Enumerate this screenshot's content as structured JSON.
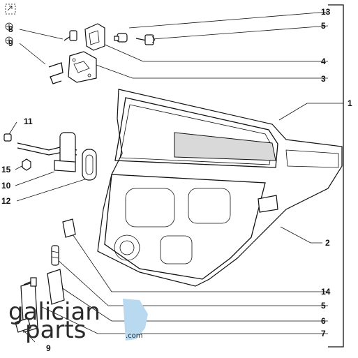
{
  "labels": {
    "l13": "13",
    "l5a": "5",
    "l4": "4",
    "l3": "3",
    "l1": "1",
    "l2": "2",
    "l14": "14",
    "l5b": "5",
    "l6": "6",
    "l7": "7",
    "l8": "8",
    "l9a": "9",
    "l11": "11",
    "l15": "15",
    "l10": "10",
    "l12": "12",
    "l9b": "9"
  },
  "watermark": {
    "line1": "galician",
    "line2": "parts",
    "suffix": ".com",
    "accent_color": "#b9d9f0"
  },
  "colors": {
    "ink": "#111111",
    "background": "#ffffff"
  }
}
